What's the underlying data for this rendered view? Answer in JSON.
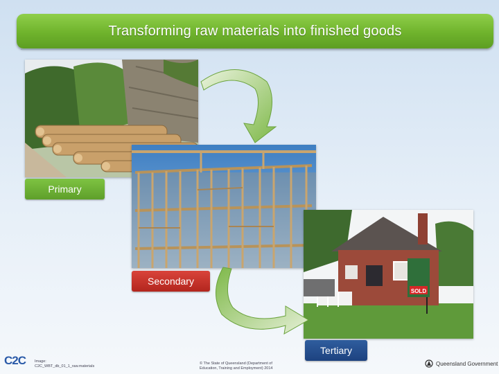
{
  "title": "Transforming raw materials into finished goods",
  "stages": {
    "primary": "Primary",
    "secondary": "Secondary",
    "tertiary": "Tertiary"
  },
  "photos": {
    "logs": "logs-photo",
    "frame": "timber-frame-photo",
    "house": "sold-house-photo",
    "sold_sign": "SOLD"
  },
  "footer": {
    "logo": "C2C",
    "reference_line1": "Image:",
    "reference_line2": "C2C_WBT_db_01_1_raw.materials",
    "copyright_line1": "© The State of Queensland (Department of",
    "copyright_line2": "Education, Training and Employment) 2014",
    "government": "Queensland Government"
  },
  "colors": {
    "title_green": "#6fb32c",
    "primary_green": "#6cb236",
    "secondary_red": "#c6332a",
    "tertiary_blue": "#254f8f"
  }
}
